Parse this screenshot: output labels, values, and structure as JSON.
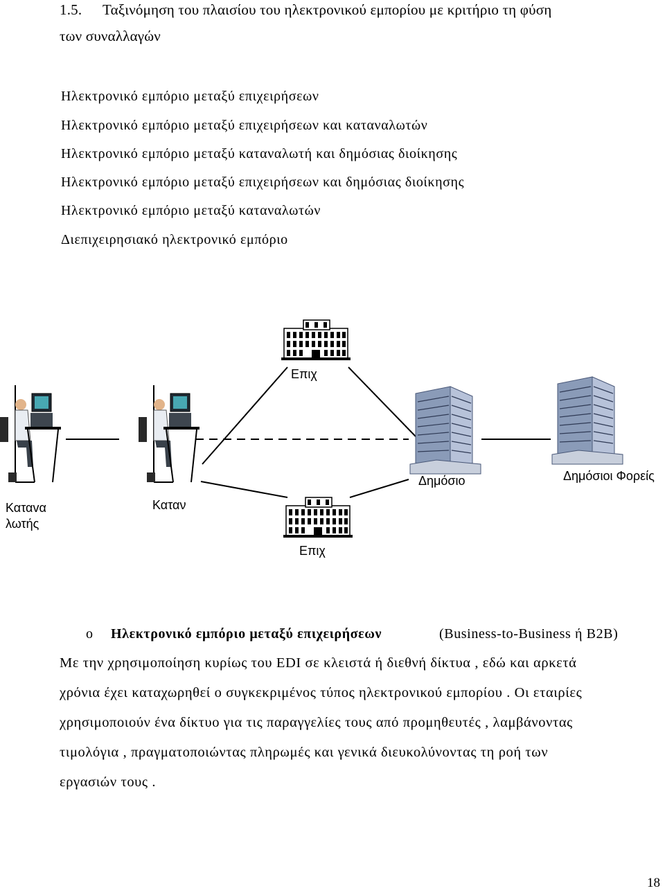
{
  "heading": {
    "number": "1.5.",
    "line1": "Ταξινόμηση του πλαισίου του ηλεκτρονικού εμπορίου με κριτήριο τη φύση",
    "line2": "των συναλλαγών"
  },
  "categories": [
    "Ηλεκτρονικό εμπόριο μεταξύ επιχειρήσεων",
    "Ηλεκτρονικό εμπόριο μεταξύ επιχειρήσεων και καταναλωτών",
    "Ηλεκτρονικό εμπόριο μεταξύ καταναλωτή και δημόσιας διοίκησης",
    "Ηλεκτρονικό εμπόριο μεταξύ επιχειρήσεων και δημόσιας διοίκησης",
    "Ηλεκτρονικό εμπόριο μεταξύ καταναλωτών",
    "Διεπιχειρησιακό ηλεκτρονικό εμπόριο"
  ],
  "diagram": {
    "labels": {
      "business_top": "Επιχ",
      "business_bottom": "Επιχ",
      "consumer1_line1": "Καταvα",
      "consumer1_line2": "λωτής",
      "consumer2": "Καταν",
      "public": "Δημόσιο",
      "public_bodies": "Δημόσιοι Φορείς"
    }
  },
  "section": {
    "bullet": "o",
    "title": "Ηλεκτρονικό εμπόριο μεταξύ επιχειρήσεων",
    "subtitle": "(Business-to-Business ή B2B)",
    "lines": [
      "Με την χρησιμοποίηση κυρίως του EDI σε κλειστά ή διεθνή δίκτυα , εδώ και αρκετά",
      "χρόνια έχει καταχωρηθεί ο συγκεκριμένος τύπος ηλεκτρονικού εμπορίου . Οι εταιρίες",
      "χρησιμοποιούν ένα δίκτυο για τις παραγγελίες τους από προμηθευτές , λαμβάνοντας",
      "τιμολόγια , πραγματοποιώντας πληρωμές και γενικά διευκολύνοντας τη ροή των",
      "εργασιών τους ."
    ]
  },
  "page_number": "18"
}
